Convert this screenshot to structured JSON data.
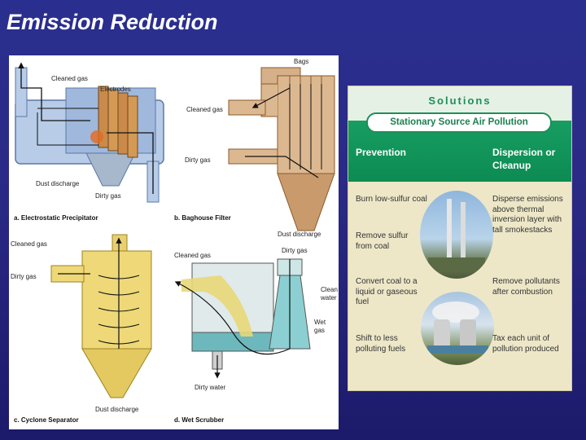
{
  "slide": {
    "title": "Emission Reduction"
  },
  "figure": {
    "a": {
      "caption": "a. Electrostatic Precipitator",
      "cleaned_gas": "Cleaned gas",
      "electrodes": "Electrodes",
      "dust_discharge": "Dust discharge",
      "dirty_gas": "Dirty gas"
    },
    "b": {
      "caption": "b. Baghouse Filter",
      "bags": "Bags",
      "cleaned_gas": "Cleaned gas",
      "dirty_gas": "Dirty gas",
      "dust_discharge": "Dust discharge"
    },
    "c": {
      "caption": "c. Cyclone Separator",
      "cleaned_gas": "Cleaned gas",
      "dirty_gas": "Dirty gas",
      "dust_discharge": "Dust discharge"
    },
    "d": {
      "caption": "d. Wet Scrubber",
      "cleaned_gas": "Cleaned gas",
      "dirty_gas": "Dirty gas",
      "clean_water_1": "Clean",
      "clean_water_2": "water",
      "wet_gas_1": "Wet",
      "wet_gas_2": "gas",
      "dirty_water": "Dirty water"
    }
  },
  "solutions": {
    "title": "Solutions",
    "banner": "Stationary Source Air Pollution",
    "prevention": {
      "heading_1": "Prevention",
      "items": [
        [
          "Burn low-sulfur coal"
        ],
        [
          "Remove sulfur",
          "from coal"
        ],
        [
          "Convert coal to a",
          "liquid or gaseous",
          "fuel"
        ],
        [
          "Shift to less",
          "polluting fuels"
        ]
      ]
    },
    "cleanup": {
      "heading_1": "Dispersion or",
      "heading_2": "Cleanup",
      "items": [
        [
          "Disperse emissions",
          "above thermal",
          "inversion layer with",
          "tall smokestacks"
        ],
        [
          "Remove pollutants",
          "after combustion"
        ],
        [
          "Tax each unit of",
          "pollution produced"
        ]
      ]
    }
  }
}
